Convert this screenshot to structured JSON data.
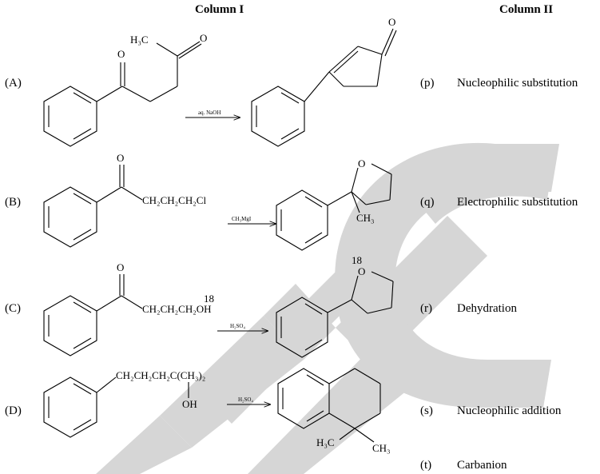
{
  "headers": {
    "col1": "Column I",
    "col2": "Column II"
  },
  "rows": [
    {
      "label": "(A)",
      "reagent": "aq. NaOH",
      "substituent_top": "H₃C",
      "carbonyl_1": "O",
      "carbonyl_2": "O",
      "product_oxygen": "O"
    },
    {
      "label": "(B)",
      "chain": "CH₂CH₂CH₂Cl",
      "carbonyl": "O",
      "reagent": "CH₃MgI",
      "ring_oxygen": "O",
      "methyl": "CH₃"
    },
    {
      "label": "(C)",
      "chain": "CH₂CH₂CH₂OH",
      "isotope": "18",
      "carbonyl": "O",
      "reagent": "H₂SO₄",
      "ring_oxygen": "O",
      "ring_isotope": "18"
    },
    {
      "label": "(D)",
      "chain": "CH₂CH₂CH₂C(CH₃)₂",
      "hydroxyl": "OH",
      "reagent": "H₂SO₄",
      "methyl_left": "H₃C",
      "methyl_right": "CH₃"
    }
  ],
  "options": [
    {
      "key": "(p)",
      "text": "Nucleophilic substitution"
    },
    {
      "key": "(q)",
      "text": "Electrophilic substitution"
    },
    {
      "key": "(r)",
      "text": "Dehydration"
    },
    {
      "key": "(s)",
      "text": "Nucleophilic addition"
    },
    {
      "key": "(t)",
      "text": "Carbanion"
    }
  ],
  "colors": {
    "watermark": "#d4d4d4",
    "ink": "#000000"
  }
}
